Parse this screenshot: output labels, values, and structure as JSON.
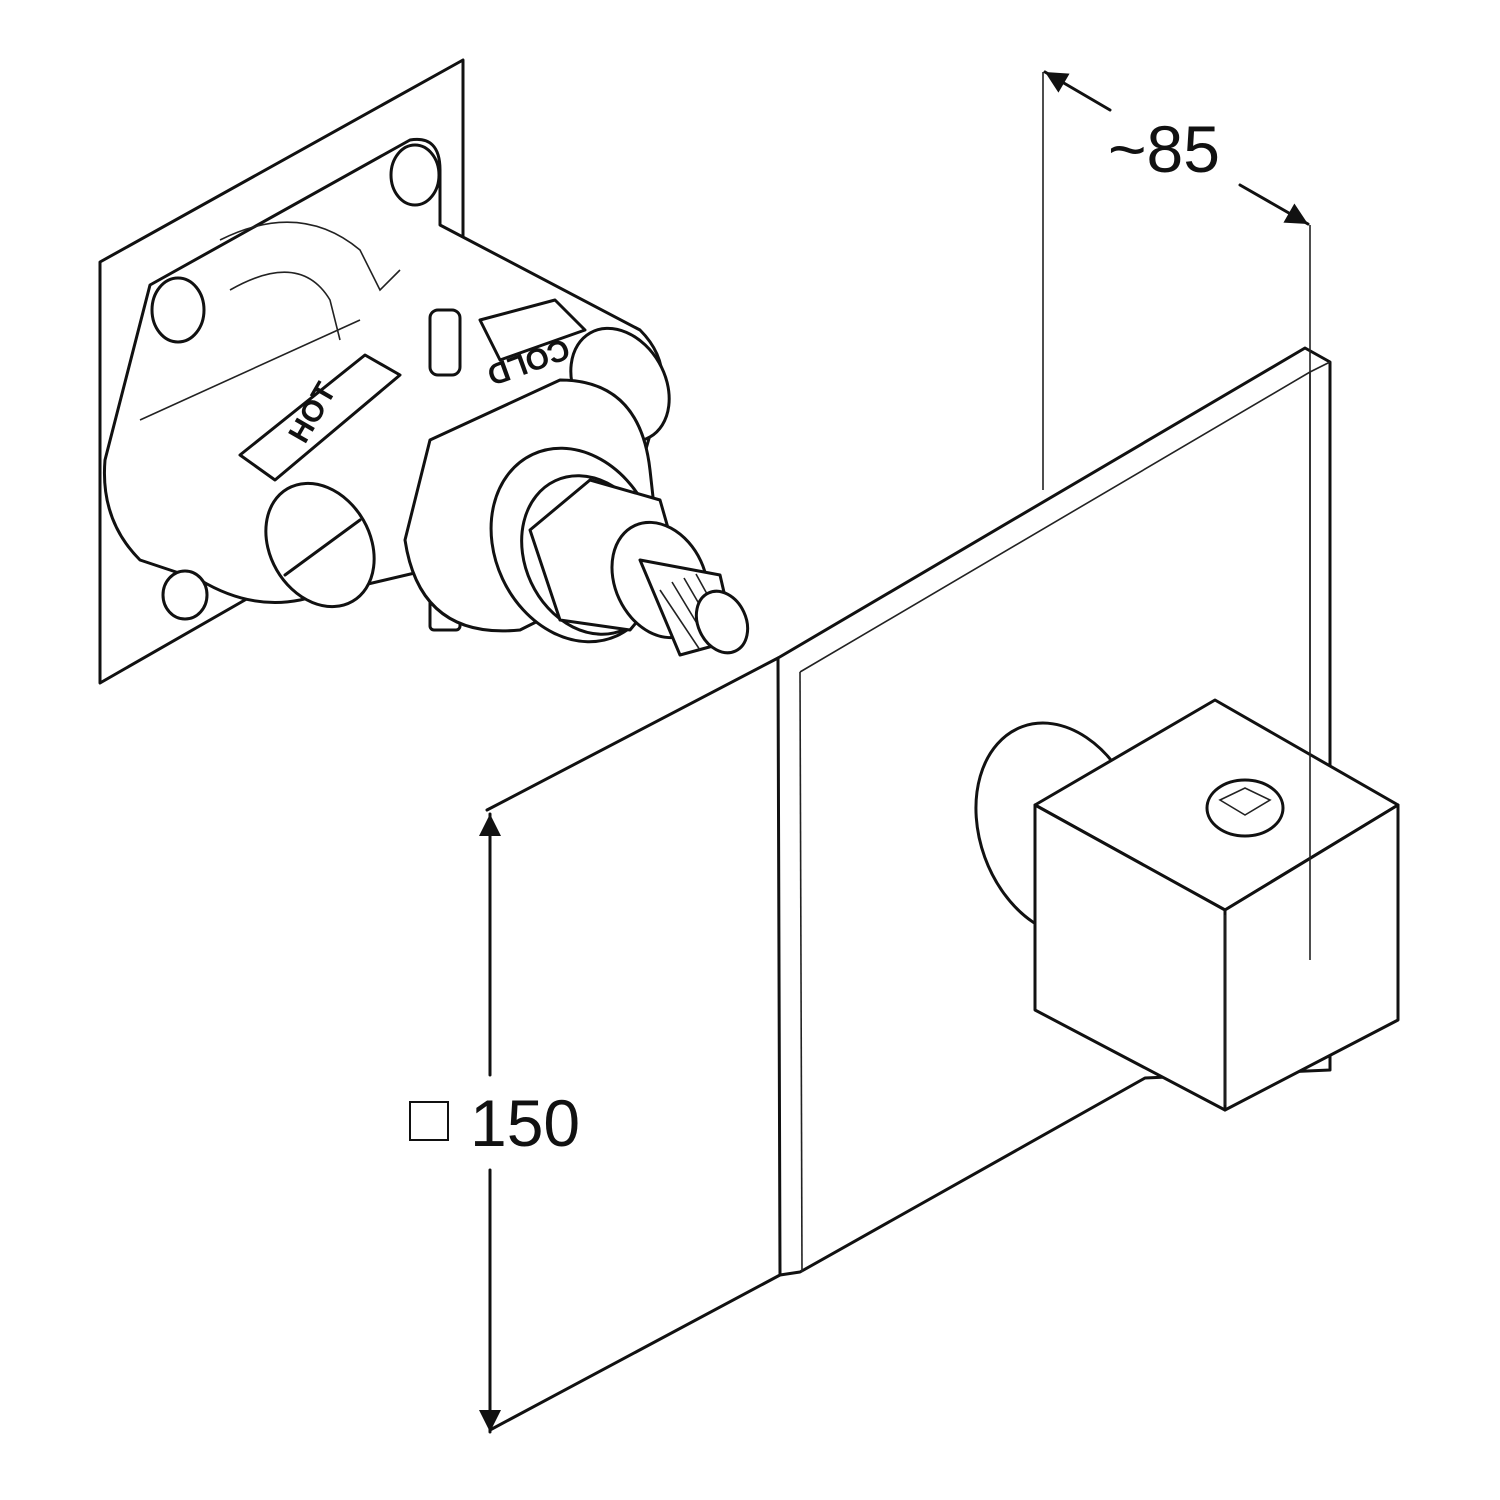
{
  "dimensions": {
    "depth_label": "~85",
    "plate_size_label": "150",
    "plate_size_symbol": "square"
  },
  "valve_labels": {
    "hot": "HOT",
    "cold": "COLD"
  }
}
